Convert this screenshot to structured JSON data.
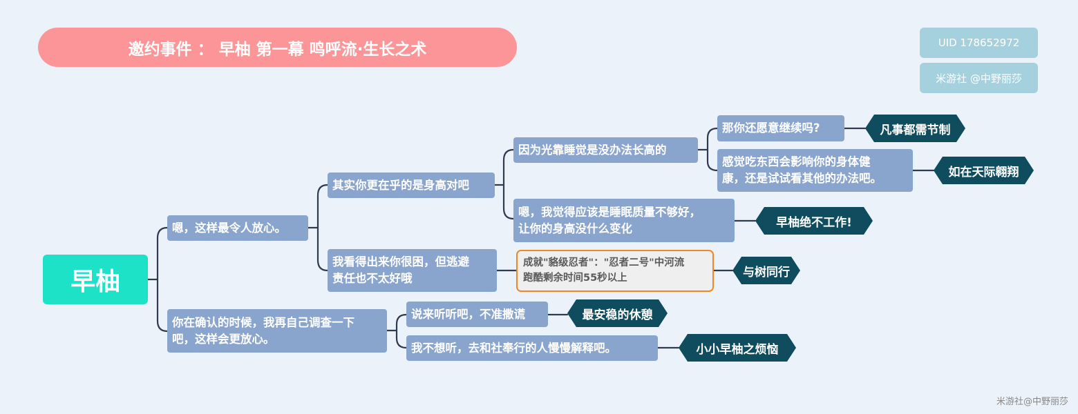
{
  "title": "邀约事件 ： 早柚 第一幕 鸣呼流·生长之术",
  "info": {
    "uid": "UID 178652972",
    "author": "米游社 @中野丽莎"
  },
  "root": "早柚",
  "branches": {
    "b1": "嗯，这样最令人放心。",
    "b1_1": "其实你更在乎的是身高对吧",
    "b1_1_1": "因为光靠睡觉是没办法长高的",
    "b1_1_1_1": "那你还愿意继续吗?",
    "b1_1_1_1_r": "凡事都需节制",
    "b1_1_1_2_l1": "感觉吃东西会影响你的身体健",
    "b1_1_1_2_l2": "康，还是试试看其他的办法吧。",
    "b1_1_1_2_r": "如在天际翱翔",
    "b1_1_2_l1": "嗯，我觉得应该是睡眠质量不够好，",
    "b1_1_2_l2": "让你的身高没什么变化",
    "b1_1_2_r": "早柚绝不工作!",
    "b1_2_l1": "我看得出来你很困，但逃避",
    "b1_2_l2": "责任也不太好哦",
    "b1_2_note_l1": "成就\"貉级忍者\"：\"忍者二号\"中河流",
    "b1_2_note_l2": "跑酷剩余时间55秒以上",
    "b1_2_r": "与树同行",
    "b2_l1": "你在确认的时候，我再自己调查一下",
    "b2_l2": "吧，这样会更放心。",
    "b2_1": "说来听听吧，不准撒谎",
    "b2_1_r": "最安稳的休憩",
    "b2_2": "我不想听，去和社奉行的人慢慢解释吧。",
    "b2_2_r": "小小早柚之烦恼"
  },
  "watermark": "米游社@中野丽莎",
  "colors": {
    "background": "#ebf2fa",
    "title_pill": "#fc9597",
    "root": "#1ee2c8",
    "node": "#89a4cd",
    "result": "#0e4c5e",
    "note_border": "#f08624",
    "connector": "#2e3a4d"
  }
}
